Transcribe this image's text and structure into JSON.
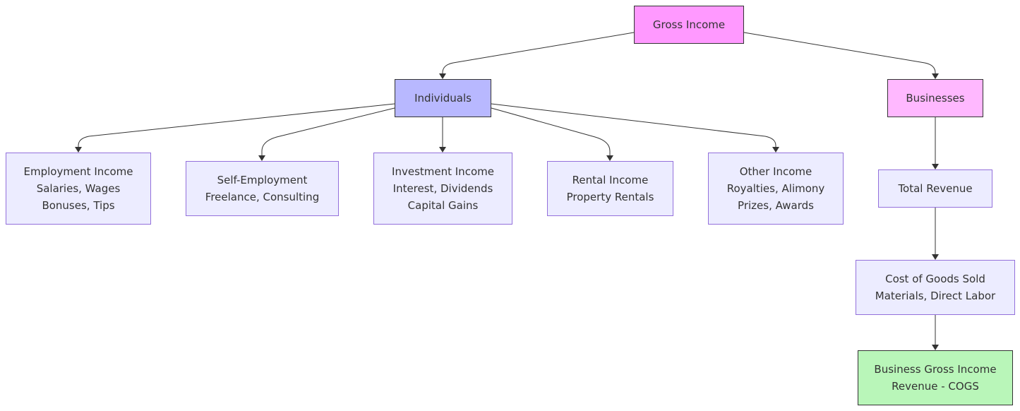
{
  "diagram": {
    "type": "flowchart",
    "direction": "top-down",
    "nodes": {
      "gross_income": {
        "lines": [
          "Gross Income"
        ],
        "fill": "#ff99ff"
      },
      "individuals": {
        "lines": [
          "Individuals"
        ],
        "fill": "#b8b8ff"
      },
      "businesses": {
        "lines": [
          "Businesses"
        ],
        "fill": "#ffb8ff"
      },
      "employment_income": {
        "lines": [
          "Employment Income",
          "Salaries, Wages",
          "Bonuses, Tips"
        ],
        "fill": "#ececff"
      },
      "self_employment": {
        "lines": [
          "Self-Employment",
          "Freelance, Consulting"
        ],
        "fill": "#ececff"
      },
      "investment_income": {
        "lines": [
          "Investment Income",
          "Interest, Dividends",
          "Capital Gains"
        ],
        "fill": "#ececff"
      },
      "rental_income": {
        "lines": [
          "Rental Income",
          "Property Rentals"
        ],
        "fill": "#ececff"
      },
      "other_income": {
        "lines": [
          "Other Income",
          "Royalties, Alimony",
          "Prizes, Awards"
        ],
        "fill": "#ececff"
      },
      "total_revenue": {
        "lines": [
          "Total Revenue"
        ],
        "fill": "#ececff"
      },
      "cogs": {
        "lines": [
          "Cost of Goods Sold",
          "Materials, Direct Labor"
        ],
        "fill": "#ececff"
      },
      "business_gross_income": {
        "lines": [
          "Business Gross Income",
          "Revenue - COGS"
        ],
        "fill": "#b9f6b9"
      }
    },
    "edges": [
      {
        "from": "gross_income",
        "to": "individuals"
      },
      {
        "from": "gross_income",
        "to": "businesses"
      },
      {
        "from": "individuals",
        "to": "employment_income"
      },
      {
        "from": "individuals",
        "to": "self_employment"
      },
      {
        "from": "individuals",
        "to": "investment_income"
      },
      {
        "from": "individuals",
        "to": "rental_income"
      },
      {
        "from": "individuals",
        "to": "other_income"
      },
      {
        "from": "businesses",
        "to": "total_revenue"
      },
      {
        "from": "total_revenue",
        "to": "cogs"
      },
      {
        "from": "cogs",
        "to": "business_gross_income"
      }
    ],
    "colors": {
      "node_default_fill": "#ececff",
      "node_default_border": "#9370db",
      "edge_stroke": "#333333",
      "text": "#333333"
    }
  }
}
